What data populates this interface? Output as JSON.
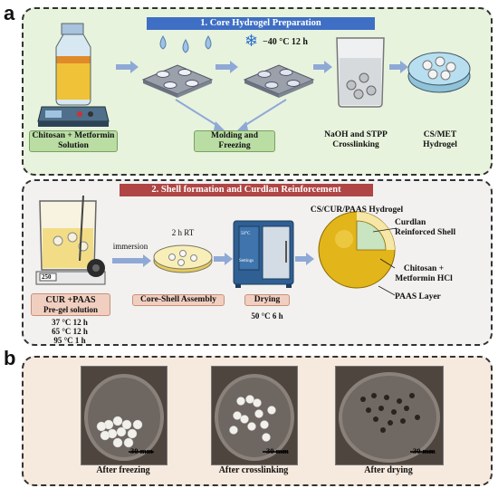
{
  "panels": {
    "a": "a",
    "b": "b"
  },
  "section1": {
    "title": "1.  Core Hydrogel Preparation",
    "temp": "−40 °C 12 h",
    "label_solution": "Chitosan + Metformin Solution",
    "label_molding": "Molding and Freezing",
    "label_crosslink": "NaOH and STPP Crosslinking",
    "label_hydrogel": "CS/MET Hydrogel"
  },
  "section2": {
    "title": "2. Shell formation and Curdlan Reinforcement",
    "beaker_mark": "250",
    "immersion": "immersion",
    "rt": "2 h RT",
    "pregel_title": "CUR +PAAS",
    "pregel_sub": "Pre-gel solution",
    "cond1": "37 °C 12 h",
    "cond2": "65 °C 12 h",
    "cond3": "95 °C 1 h",
    "assembly": "Core-Shell Assembly",
    "drying": "Drying",
    "drying_cond": "50 °C 6 h",
    "oven_display": "50°C",
    "oven_button": "Settings",
    "sphere_title": "CS/CUR/PAAS Hydrogel",
    "shell": "Curdlan Reinforced Shell",
    "core": "Chitosan + Metformin HCl",
    "paas": "PAAS Layer"
  },
  "photos": [
    {
      "caption": "After freezing",
      "scale": "30 mm"
    },
    {
      "caption": "After crosslinking",
      "scale": "30 mm"
    },
    {
      "caption": "After drying",
      "scale": "30 mm"
    }
  ]
}
